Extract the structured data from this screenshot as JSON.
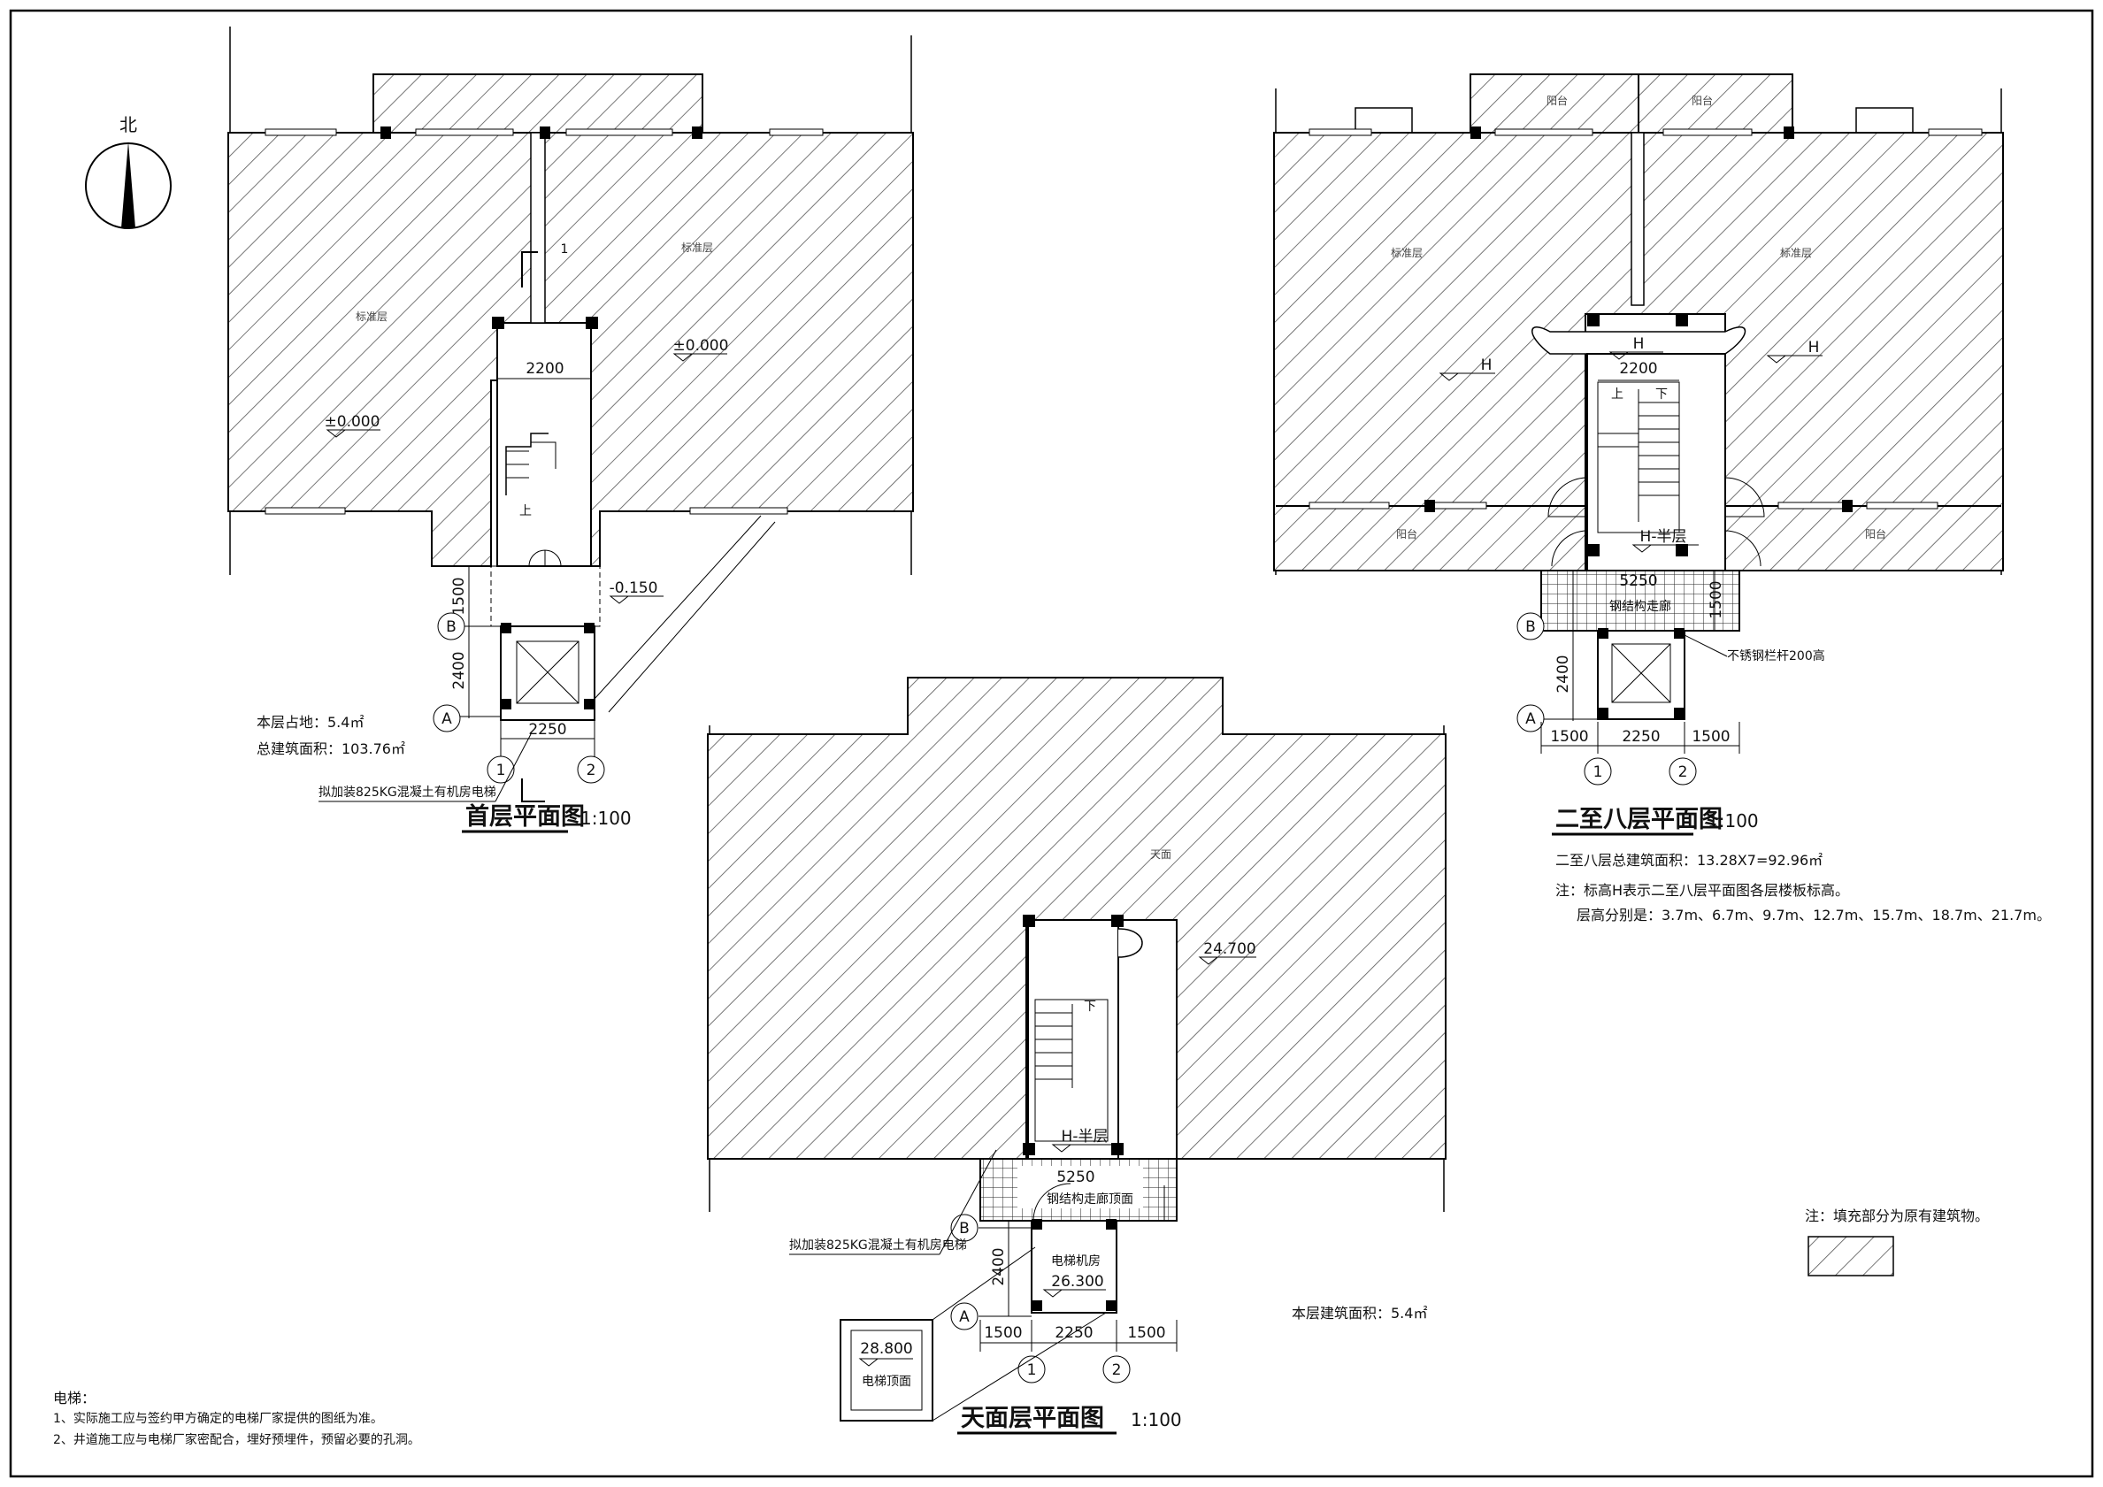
{
  "north": {
    "label": "北"
  },
  "plan_ground": {
    "title": "首层平面图",
    "scale": "1:100",
    "room_label_left": "标准层",
    "room_label_right": "标准层",
    "elev_left": "±0.000",
    "elev_right": "±0.000",
    "elev_pit": "-0.150",
    "dim_stair": "2200",
    "dim_shaft": "2250",
    "dim_1500": "1500",
    "dim_2400": "2400",
    "section_mark": "1",
    "stair_up": "上",
    "axis_a": "A",
    "axis_b": "B",
    "axis_1": "1",
    "axis_2": "2",
    "area_floor": "本层占地：5.4㎡",
    "area_total": "总建筑面积：103.76㎡",
    "elevator_note": "拟加装825KG混凝土有机房电梯"
  },
  "plan_typical": {
    "title": "二至八层平面图",
    "scale": "1:100",
    "balcony": "阳台",
    "room_label": "标准层",
    "elev_h": "H",
    "elev_half": "H-半层",
    "dim_stair": "2200",
    "dim_corridor": "5250",
    "dim_1500": "1500",
    "dim_2250": "2250",
    "dim_2400": "2400",
    "corridor": "钢结构走廊",
    "railing": "不锈钢栏杆200高",
    "stair_up": "上",
    "stair_down": "下",
    "axis_a": "A",
    "axis_b": "B",
    "axis_1": "1",
    "axis_2": "2",
    "area": "二至八层总建筑面积：13.28X7=92.96㎡",
    "note1": "注：标高H表示二至八层平面图各层楼板标高。",
    "note2": "层高分别是：3.7m、6.7m、9.7m、12.7m、15.7m、18.7m、21.7m。"
  },
  "plan_roof": {
    "title": "天面层平面图",
    "scale": "1:100",
    "room_label": "天面",
    "elev_roof": "24.700",
    "elev_half": "H-半层",
    "dim_corridor": "5250",
    "dim_1500": "1500",
    "dim_2250": "2250",
    "dim_2400": "2400",
    "corridor": "钢结构走廊顶面",
    "machine_room": "电梯机房",
    "elev_machine": "26.300",
    "elev_top": "28.800",
    "top_label": "电梯顶面",
    "stair_down": "下",
    "axis_a": "A",
    "axis_b": "B",
    "axis_1": "1",
    "axis_2": "2",
    "area": "本层建筑面积：5.4㎡",
    "elevator_note": "拟加装825KG混凝土有机房电梯"
  },
  "legend": {
    "note": "注：填充部分为原有建筑物。"
  },
  "notes": {
    "heading": "电梯：",
    "line1": "1、实际施工应与签约甲方确定的电梯厂家提供的图纸为准。",
    "line2": "2、井道施工应与电梯厂家密配合，埋好预埋件，预留必要的孔洞。"
  }
}
